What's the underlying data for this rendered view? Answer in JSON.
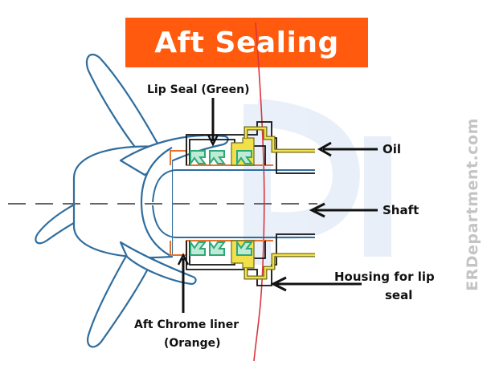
{
  "title": "Aft Sealing",
  "labels": {
    "lip_seal": "Lip Seal (Green)",
    "oil": "Oil",
    "shaft": "Shaft",
    "housing_line1": "Housing for lip",
    "housing_line2": "seal",
    "liner_line1": "Aft Chrome liner",
    "liner_line2": "(Orange)"
  },
  "watermark": "ERDepartment.com",
  "colors": {
    "title_bg": "#ff5a0d",
    "title_text": "#ffffff",
    "propeller": "#2f6d9e",
    "hull": "#d9363e",
    "liner": "#e8722b",
    "lip_seal": "#2fa878",
    "lip_seal_fill": "#bfead6",
    "oil_fill": "#f2e04a",
    "oil_line": "#6f6a1a",
    "housing": "#111111",
    "arrow": "#111111",
    "watermark": "#c4c4c4",
    "bg_logo": "#e7eef8"
  }
}
